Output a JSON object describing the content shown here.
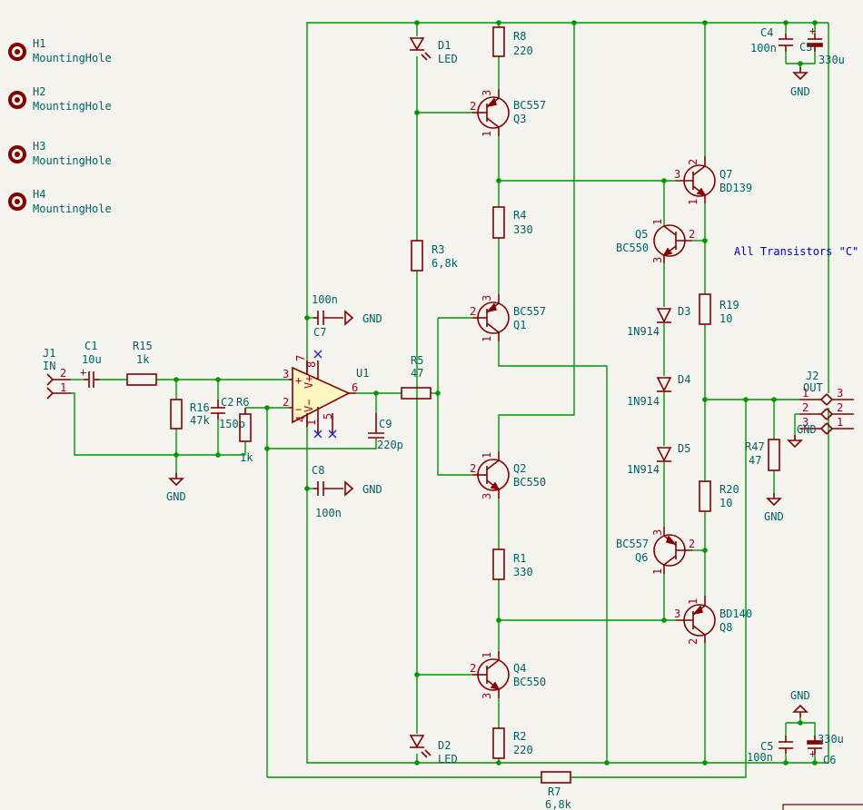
{
  "mounting_holes": [
    {
      "ref": "H1",
      "value": "MountingHole"
    },
    {
      "ref": "H2",
      "value": "MountingHole"
    },
    {
      "ref": "H3",
      "value": "MountingHole"
    },
    {
      "ref": "H4",
      "value": "MountingHole"
    }
  ],
  "components": {
    "J1": {
      "ref": "J1",
      "value": "IN",
      "pins": [
        "2",
        "1"
      ]
    },
    "J2": {
      "ref": "J2",
      "value": "OUT",
      "pins": [
        "1",
        "2",
        "3",
        "1",
        "2",
        "3"
      ]
    },
    "C1": {
      "ref": "C1",
      "value": "10u"
    },
    "R15": {
      "ref": "R15",
      "value": "1k"
    },
    "R16": {
      "ref": "R16",
      "value": "47k"
    },
    "C2": {
      "ref": "C2",
      "value": "150p"
    },
    "R6": {
      "ref": "R6",
      "value": "1k"
    },
    "U1": {
      "ref": "U1",
      "pins": [
        "3",
        "2",
        "7",
        "8",
        "4",
        "1",
        "5",
        "6"
      ],
      "in_plus": "+",
      "in_minus": "−",
      "vplus": "V+",
      "vminus": "V−"
    },
    "C7": {
      "ref": "C7",
      "value": "100n"
    },
    "C8": {
      "ref": "C8",
      "value": "100n"
    },
    "C9": {
      "ref": "C9",
      "value": "220p"
    },
    "R5": {
      "ref": "R5",
      "value": "47"
    },
    "R3": {
      "ref": "R3",
      "value": "6,8k"
    },
    "D1": {
      "ref": "D1",
      "value": "LED"
    },
    "D2": {
      "ref": "D2",
      "value": "LED"
    },
    "R8": {
      "ref": "R8",
      "value": "220"
    },
    "R4": {
      "ref": "R4",
      "value": "330"
    },
    "R1": {
      "ref": "R1",
      "value": "330"
    },
    "R2": {
      "ref": "R2",
      "value": "220"
    },
    "Q3": {
      "ref": "Q3",
      "value": "BC557",
      "pins": [
        "3",
        "2",
        "1"
      ]
    },
    "Q1": {
      "ref": "Q1",
      "value": "BC557",
      "pins": [
        "3",
        "2",
        "1"
      ]
    },
    "Q2": {
      "ref": "Q2",
      "value": "BC550",
      "pins": [
        "1",
        "2",
        "3"
      ]
    },
    "Q4": {
      "ref": "Q4",
      "value": "BC550",
      "pins": [
        "1",
        "2",
        "3"
      ]
    },
    "Q7": {
      "ref": "Q7",
      "value": "BD139",
      "pins": [
        "2",
        "3",
        "1"
      ]
    },
    "Q5": {
      "ref": "Q5",
      "value": "BC550",
      "pins": [
        "1",
        "2",
        "3"
      ]
    },
    "Q6": {
      "ref": "Q6",
      "value": "BC557",
      "pins": [
        "3",
        "2",
        "1"
      ]
    },
    "Q8": {
      "ref": "Q8",
      "value": "BD140",
      "pins": [
        "1",
        "3",
        "2"
      ]
    },
    "D3": {
      "ref": "D3",
      "value": "1N914"
    },
    "D4": {
      "ref": "D4",
      "value": "1N914"
    },
    "D5": {
      "ref": "D5",
      "value": "1N914"
    },
    "R19": {
      "ref": "R19",
      "value": "10"
    },
    "R20": {
      "ref": "R20",
      "value": "10"
    },
    "R47": {
      "ref": "R47",
      "value": "47"
    },
    "R7": {
      "ref": "R7",
      "value": "6,8k"
    },
    "C4": {
      "ref": "C4",
      "value": "100n"
    },
    "C3": {
      "ref": "C3",
      "value": "330u"
    },
    "C5": {
      "ref": "C5",
      "value": "100n"
    },
    "C6": {
      "ref": "C6",
      "value": "330u"
    }
  },
  "gnd_label": "GND",
  "note": "All Transistors \"C\"",
  "colors": {
    "background": "#f5f4ef",
    "wire": "#009600",
    "symbol": "#840000",
    "text": "#006464",
    "pin_number": "#a0001e",
    "note": "#0000c8",
    "opamp_fill": "#fff7c2"
  }
}
